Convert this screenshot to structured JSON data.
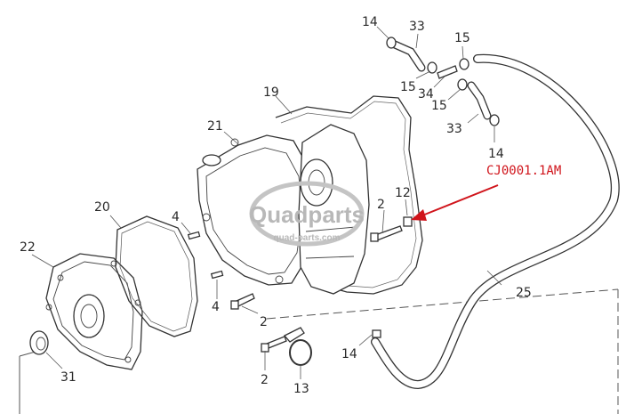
{
  "callout": {
    "code": "CJ0001.1AM",
    "color": "#d0141b"
  },
  "watermark": {
    "brand": "Quadparts",
    "url": "quad-parts.com"
  },
  "labels": {
    "l14a": "14",
    "l33a": "33",
    "l15a": "15",
    "l15b": "15",
    "l34": "34",
    "l15c": "15",
    "l33b": "33",
    "l14b": "14",
    "l19": "19",
    "l21": "21",
    "l12": "12",
    "l2a": "2",
    "l20": "20",
    "l4a": "4",
    "l22": "22",
    "l4b": "4",
    "l2b": "2",
    "l25": "25",
    "l14c": "14",
    "l2c": "2",
    "l13": "13",
    "l31": "31"
  }
}
